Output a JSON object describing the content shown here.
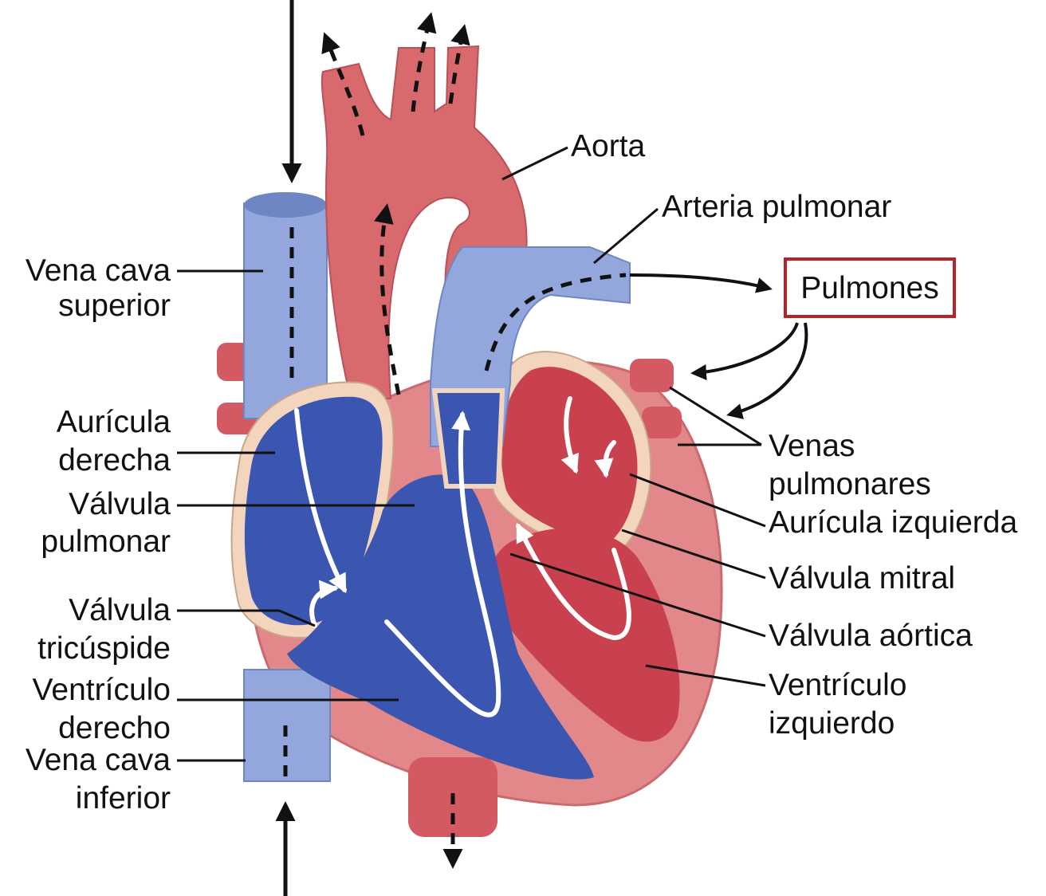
{
  "labels": {
    "left": {
      "vena_cava_superior": [
        "Vena cava",
        "superior"
      ],
      "auricula_derecha": [
        "Aurícula",
        "derecha"
      ],
      "valvula_pulmonar": [
        "Válvula",
        "pulmonar"
      ],
      "valvula_tricuspide": [
        "Válvula",
        "tricúspide"
      ],
      "ventriculo_derecho": [
        "Ventrículo",
        "derecho"
      ],
      "vena_cava_inferior": [
        "Vena cava",
        "inferior"
      ]
    },
    "right": {
      "aorta": "Aorta",
      "arteria_pulmonar": "Arteria pulmonar",
      "pulmones": "Pulmones",
      "venas_pulmonares": [
        "Venas",
        "pulmonares"
      ],
      "auricula_izquierda": "Aurícula izquierda",
      "valvula_mitral": "Válvula mitral",
      "valvula_aortica": "Válvula aórtica",
      "ventriculo_izquierdo": [
        "Ventrículo",
        "izquierdo"
      ]
    }
  },
  "colors": {
    "deoxygenated": "#3a56b0",
    "vein_light": "#93a7dc",
    "oxygenated": "#c9414f",
    "artery_light": "#d86a6e",
    "muscle": "#e2878a",
    "tissue_cream": "#f3d5bd",
    "pulmones_border": "#b42328"
  }
}
